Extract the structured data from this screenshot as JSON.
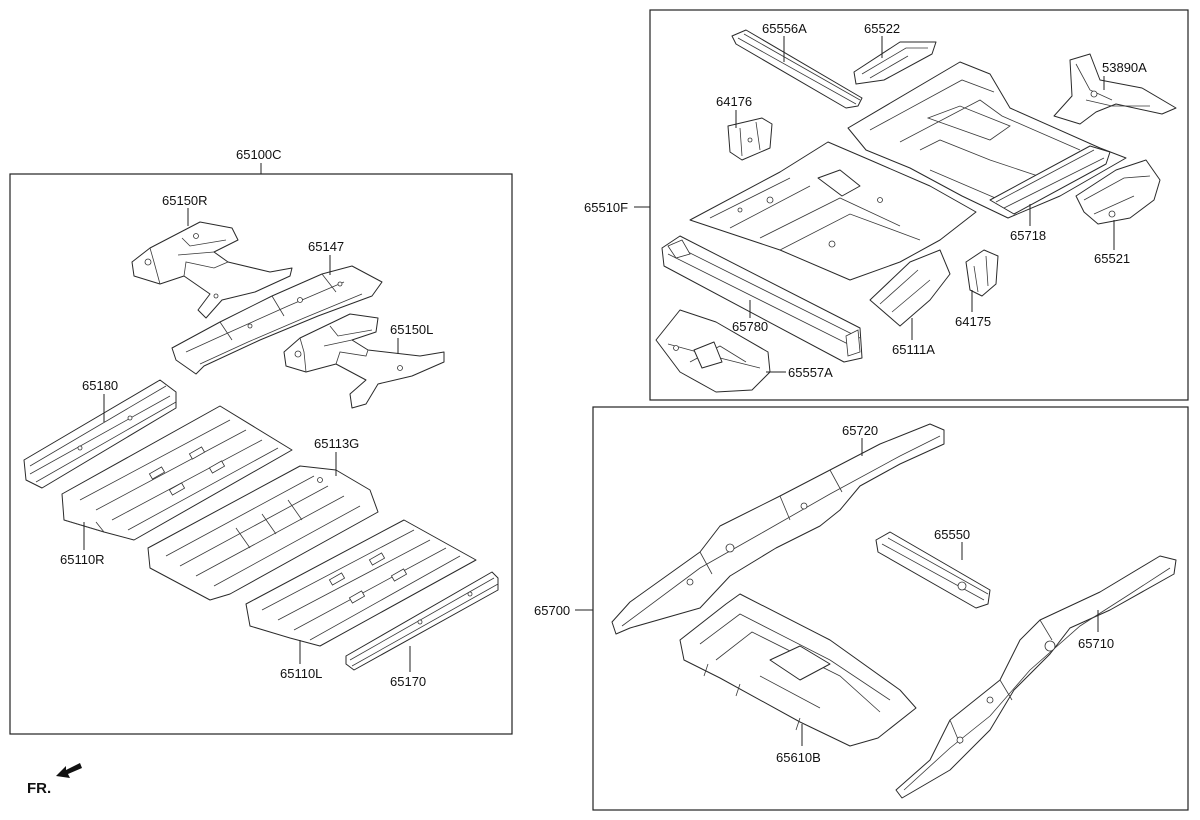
{
  "labels": {
    "assy_front": "65100C",
    "assy_rear_floor": "65510F",
    "assy_rear_member": "65700",
    "p65150R": "65150R",
    "p65147": "65147",
    "p65150L": "65150L",
    "p65180": "65180",
    "p65113G": "65113G",
    "p65110R": "65110R",
    "p65110L": "65110L",
    "p65170": "65170",
    "p65556A": "65556A",
    "p65522": "65522",
    "p53890A": "53890A",
    "p64176": "64176",
    "p65718": "65718",
    "p65521": "65521",
    "p64175": "64175",
    "p65780": "65780",
    "p65111A": "65111A",
    "p65557A": "65557A",
    "p65720": "65720",
    "p65550": "65550",
    "p65710": "65710",
    "p65610B": "65610B"
  },
  "direction": {
    "label": "FR."
  },
  "colors": {
    "line": "#2a2a2a",
    "background": "#ffffff"
  }
}
